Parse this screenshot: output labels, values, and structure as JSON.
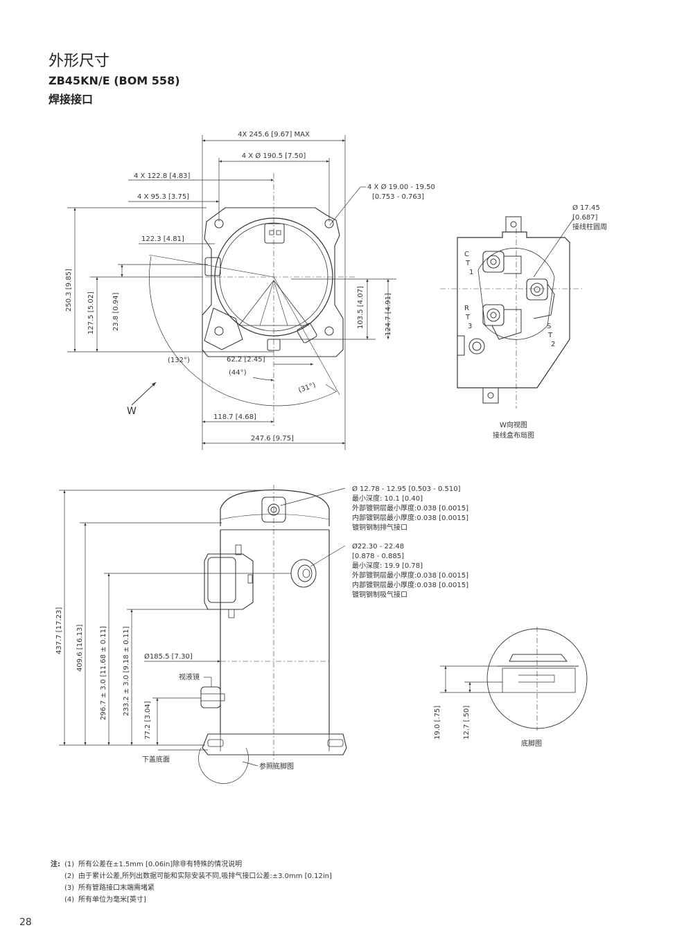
{
  "header": {
    "title": "外形尺寸",
    "model": "ZB45KN/E (BOM 558)",
    "connection": "焊接接口"
  },
  "top_view": {
    "dims": {
      "max_width": "4X 245.6 [9.67] MAX",
      "bolt_circle": "4 X Ø 190.5 [7.50]",
      "half_1228": "4 X 122.8 [4.83]",
      "half_953": "4 X 95.3 [3.75]",
      "hole_dia_1": "4 X Ø 19.00 - 19.50",
      "hole_dia_2": "[0.753 - 0.763]",
      "d1223": "122.3 [4.81]",
      "d2503": "250.3 [9.85]",
      "d1275": "127.5 [5.02]",
      "d238": "23.8 [0.94]",
      "d1035": "103.5 [4.07]",
      "d1247": "124.7 [4.91]",
      "a132": "(132°)",
      "d622": "62.2 [2.45]",
      "a44": "(44°)",
      "a31": "(31°)",
      "d1187": "118.7 [4.68]",
      "d2476": "247.6 [9.75]",
      "w_arrow": "W"
    }
  },
  "terminal_box": {
    "post_dia_1": "Ø 17.45",
    "post_dia_2": "[0.687]",
    "post_label": "接线柱圆周",
    "c": "C",
    "t1": "T",
    "n1": "1",
    "r": "R",
    "t3": "T",
    "n3": "3",
    "s": "S",
    "t2": "T",
    "n2": "2",
    "caption_1": "W向视图",
    "caption_2": "接线盒布局图"
  },
  "side_view": {
    "discharge": {
      "l1": "Ø 12.78 - 12.95 [0.503 - 0.510]",
      "l2": "最小深度: 10.1 [0.40]",
      "l3": "外部镀铜层最小厚度:0.038 [0.0015]",
      "l4": "内部镀铜层最小厚度:0.038 [0.0015]",
      "l5": "镀铜钢制排气接口"
    },
    "suction": {
      "l1": "Ø22.30 - 22.48",
      "l2": "[0.878 - 0.885]",
      "l3": "最小深度: 19.9 [0.78]",
      "l4": "外部镀铜层最小厚度:0.038 [0.0015]",
      "l5": "内部镀铜层最小厚度:0.038 [0.0015]",
      "l6": "镀铜钢制吸气接口"
    },
    "dims": {
      "h4377": "437.7 [17.23]",
      "h4096": "409.6 [16.13]",
      "h2967": "296.7 ± 3.0 [11.68 ± 0.11]",
      "h2332": "233.2 ± 3.0 [9.18 ± 0.11]",
      "h772": "77.2 [3.04]",
      "dia1855": "Ø185.5 [7.30]",
      "sight_glass": "视液镜",
      "bottom_cover": "下盖底面",
      "ref_foot": "参照底脚图"
    }
  },
  "foot_detail": {
    "h190": "19.0 [.75]",
    "h127": "12.7 [.50]",
    "caption": "底脚图"
  },
  "notes": {
    "label": "注:",
    "items": [
      {
        "num": "(1)",
        "text": "所有公差在±1.5mm [0.06in]除非有特殊的情况说明"
      },
      {
        "num": "(2)",
        "text": "由于累计公差,所列出数据可能和实际安装不同,吸排气接口公差:±3.0mm [0.12in]"
      },
      {
        "num": "(3)",
        "text": "所有管路接口末端需堵紧"
      },
      {
        "num": "(4)",
        "text": "所有单位为毫米[英寸]"
      }
    ]
  },
  "page_number": "28"
}
